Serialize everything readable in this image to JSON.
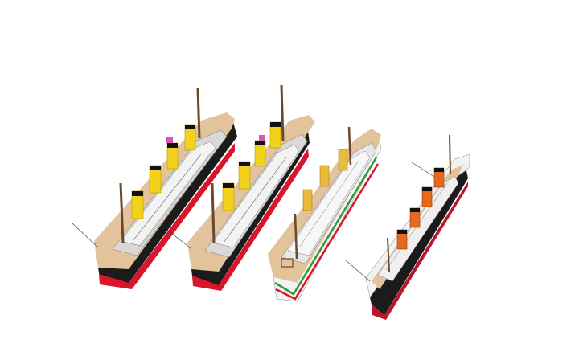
{
  "scene": {
    "background": "#ffffff",
    "ships": [
      {
        "id": "ship-1",
        "hull_color": "#1a1a1a",
        "waterline_color": "#d8152a",
        "deck_color": "#e3c39b",
        "funnel_color": "#f2d21a",
        "funnel_top_color": "#111111",
        "funnel_count": 4
      },
      {
        "id": "ship-2",
        "hull_color": "#1a1a1a",
        "waterline_color": "#d8152a",
        "deck_color": "#e3c39b",
        "funnel_color": "#f2d21a",
        "funnel_top_color": "#111111",
        "funnel_count": 4
      },
      {
        "id": "ship-3",
        "hull_color": "#f4f4f4",
        "stripe_colors": [
          "#2f9a3a",
          "#d8152a"
        ],
        "deck_color": "#e3c39b",
        "funnel_color": "#e9bb3a",
        "funnel_top_color": "#e9bb3a",
        "funnel_count": 3
      },
      {
        "id": "ship-4",
        "hull_color": "#1a1a1a",
        "upper_hull_color": "#f2f2f2",
        "waterline_color": "#b8162a",
        "deck_color": "#e3c39b",
        "funnel_color": "#e56a1e",
        "funnel_top_color": "#111111",
        "funnel_count": 4
      }
    ]
  }
}
